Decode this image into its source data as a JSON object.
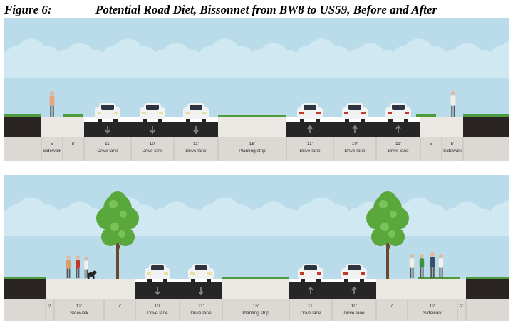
{
  "figure": {
    "number": "Figure 6:",
    "title": "Potential Road Diet, Bissonnet from BW8 to US59, Before and After"
  },
  "colors": {
    "sky": "#b9dbea",
    "cloud": "#cfe8f2",
    "asphalt": "#262626",
    "sidewalk": "#d9d6d1",
    "curb": "#ebe8e3",
    "label_band": "#dcd8d3",
    "grass": "#4e9b3e",
    "soil": "#2a2522",
    "tree_foliage": "#5aa83c",
    "tree_trunk": "#6b4a2c",
    "car_body": "#f2f2f2",
    "car_glass": "#2b3440",
    "arrow": "#8a8a8a"
  },
  "before": {
    "segments": [
      {
        "width_label": "",
        "name": "",
        "type": "soil"
      },
      {
        "width_label": "5'",
        "name": "Sidewalk",
        "type": "sidewalk"
      },
      {
        "width_label": "5'",
        "name": "",
        "type": "sidewalk"
      },
      {
        "width_label": "11'",
        "name": "Drive lane",
        "type": "lane",
        "direction": "down"
      },
      {
        "width_label": "10'",
        "name": "Drive lane",
        "type": "lane",
        "direction": "down"
      },
      {
        "width_label": "11'",
        "name": "Drive lane",
        "type": "lane",
        "direction": "down"
      },
      {
        "width_label": "16'",
        "name": "Planting strip",
        "type": "planting"
      },
      {
        "width_label": "11'",
        "name": "Drive lane",
        "type": "lane",
        "direction": "up"
      },
      {
        "width_label": "10'",
        "name": "Drive lane",
        "type": "lane",
        "direction": "up"
      },
      {
        "width_label": "11'",
        "name": "Drive lane",
        "type": "lane",
        "direction": "up"
      },
      {
        "width_label": "5'",
        "name": "",
        "type": "sidewalk"
      },
      {
        "width_label": "5'",
        "name": "Sidewalk",
        "type": "sidewalk"
      },
      {
        "width_label": "",
        "name": "",
        "type": "soil"
      }
    ]
  },
  "after": {
    "segments": [
      {
        "width_label": "",
        "name": "",
        "type": "soil"
      },
      {
        "width_label": "2'",
        "name": "",
        "type": "sidewalk"
      },
      {
        "width_label": "12'",
        "name": "Sidewalk",
        "type": "sidewalk"
      },
      {
        "width_label": "7'",
        "name": "",
        "type": "sidewalk"
      },
      {
        "width_label": "10'",
        "name": "Drive lane",
        "type": "lane",
        "direction": "down"
      },
      {
        "width_label": "11'",
        "name": "Drive lane",
        "type": "lane",
        "direction": "down"
      },
      {
        "width_label": "16'",
        "name": "Planting strip",
        "type": "planting"
      },
      {
        "width_label": "11'",
        "name": "Drive lane",
        "type": "lane",
        "direction": "up"
      },
      {
        "width_label": "10'",
        "name": "Drive lane",
        "type": "lane",
        "direction": "up"
      },
      {
        "width_label": "7'",
        "name": "",
        "type": "sidewalk"
      },
      {
        "width_label": "12'",
        "name": "Sidewalk",
        "type": "sidewalk"
      },
      {
        "width_label": "2'",
        "name": "",
        "type": "sidewalk"
      },
      {
        "width_label": "",
        "name": "",
        "type": "soil"
      }
    ]
  }
}
